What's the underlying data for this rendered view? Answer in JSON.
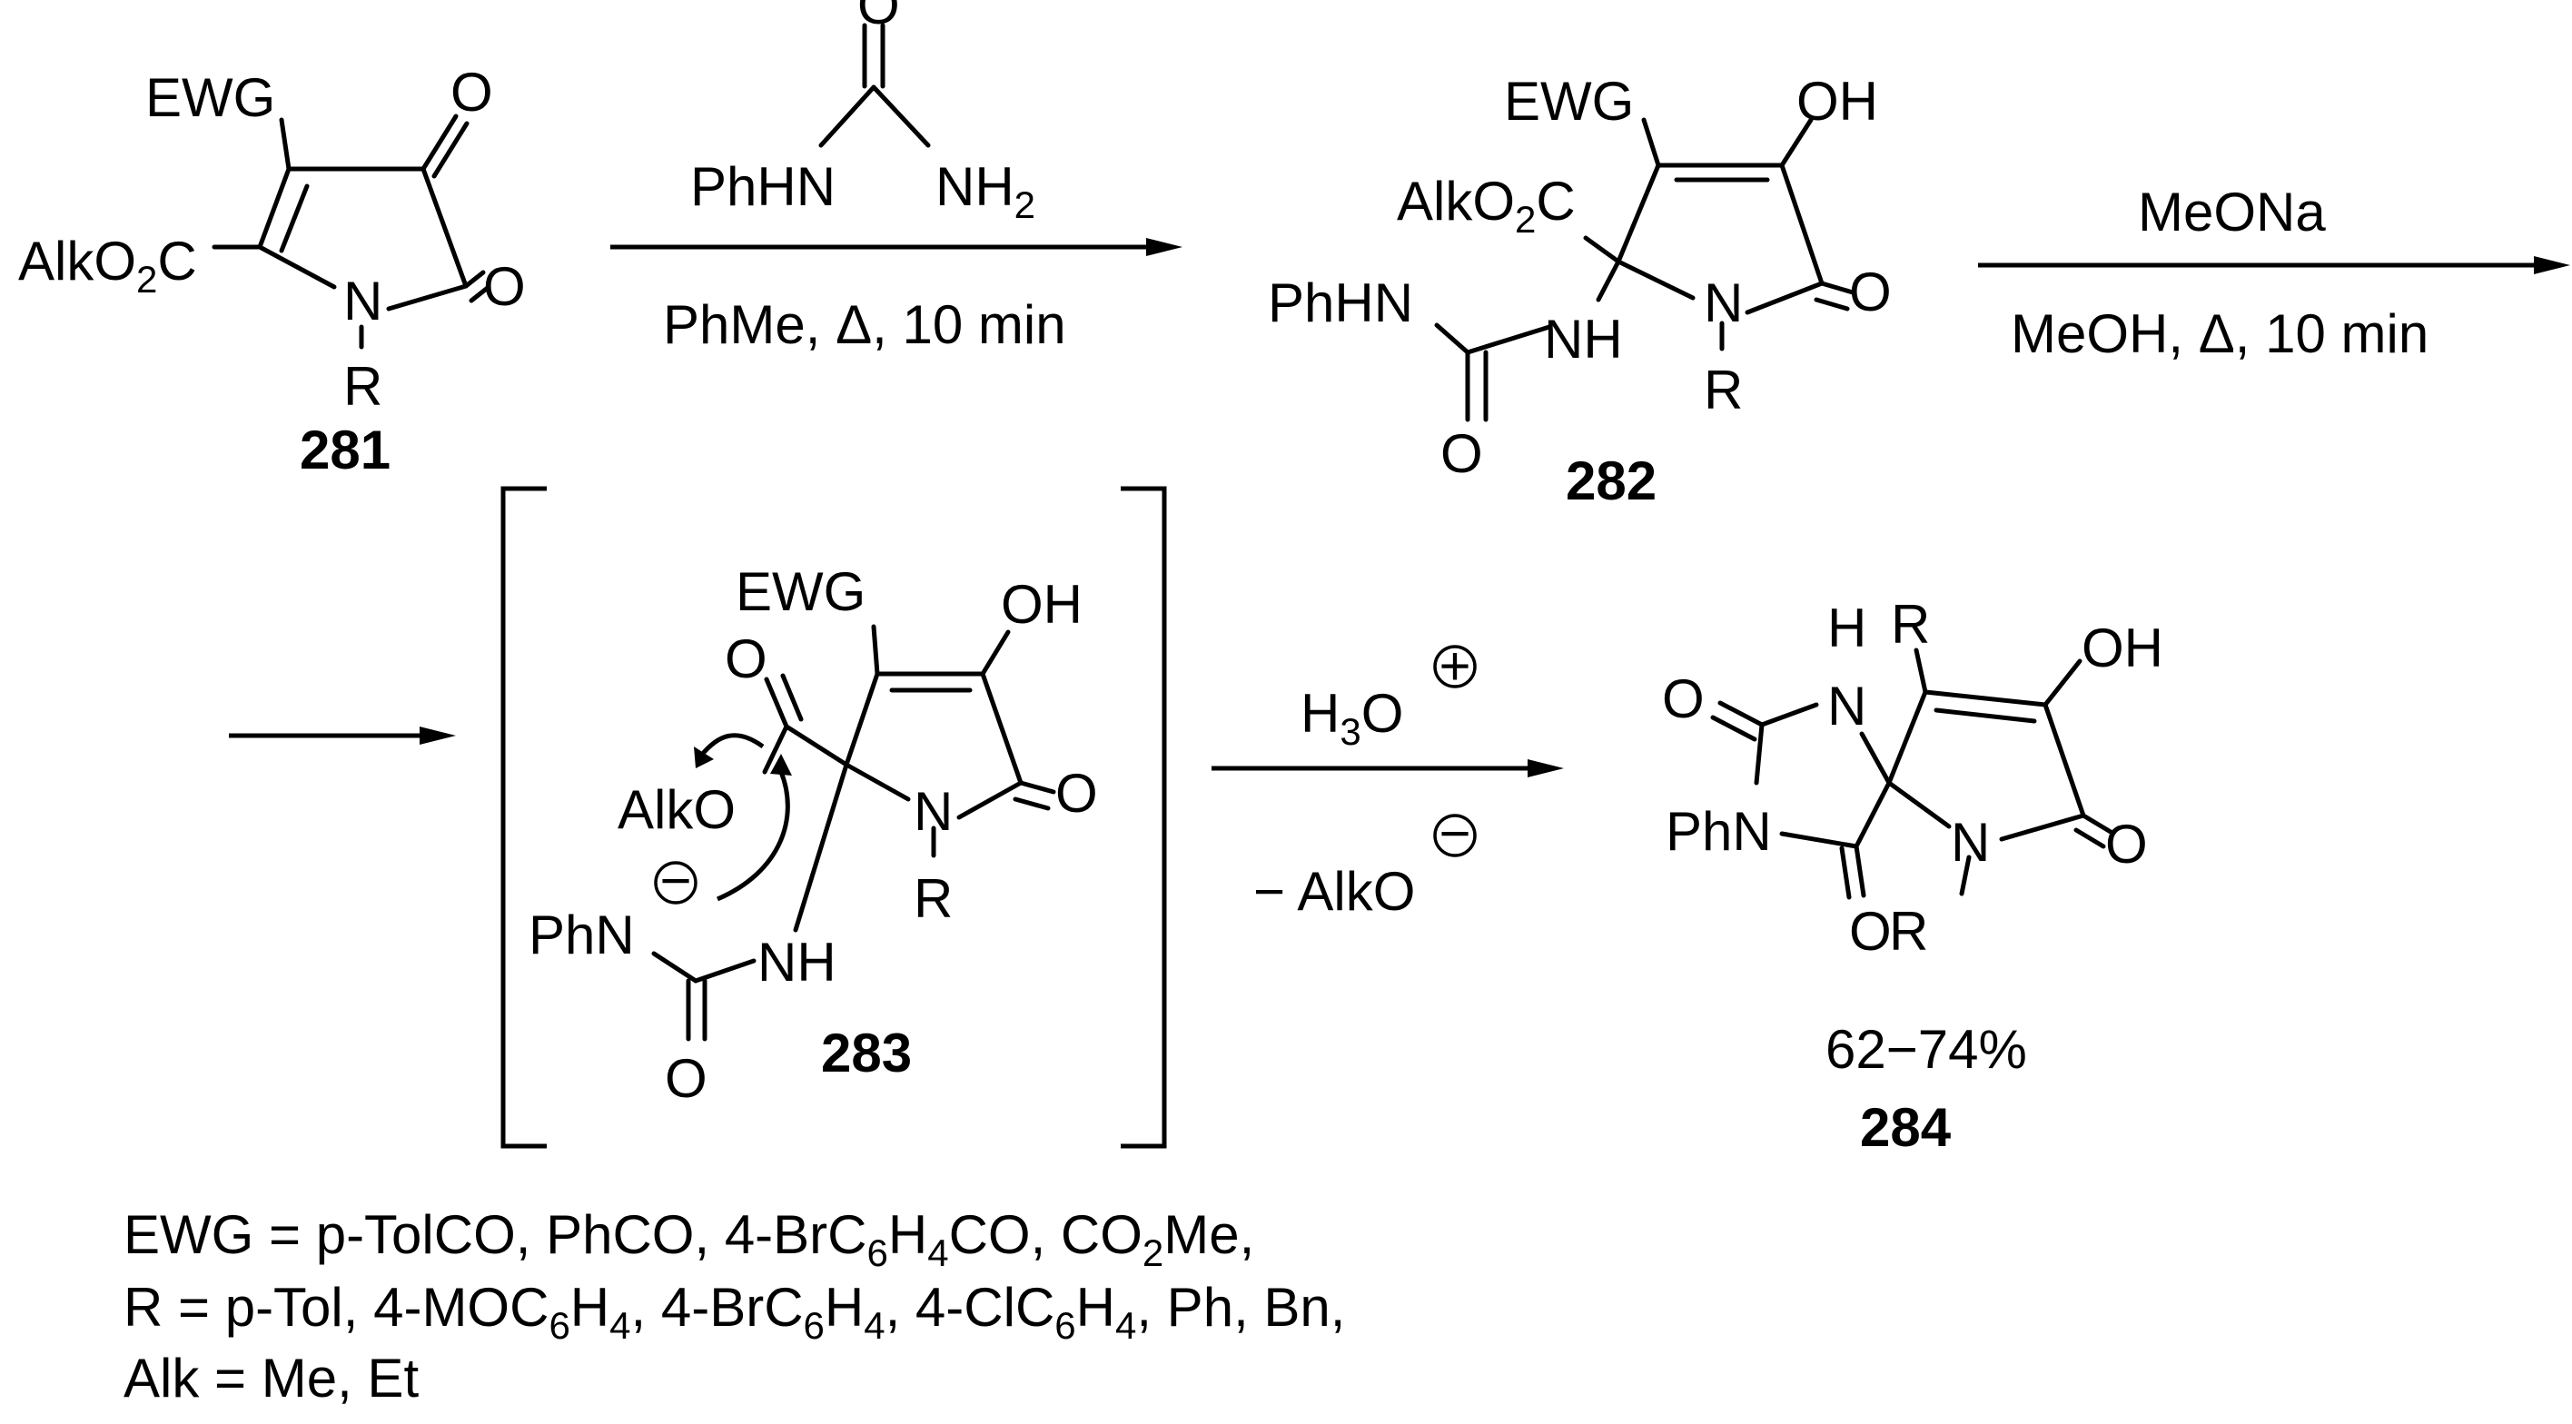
{
  "compounds": {
    "c281": {
      "number": "281",
      "EWG": "EWG",
      "O1": "O",
      "O2": "O",
      "N": "N",
      "R": "R",
      "alkester": [
        "AlkO",
        "2",
        "C"
      ]
    },
    "c282": {
      "number": "282",
      "EWG": "EWG",
      "OH": "OH",
      "O_ring": "O",
      "N": "N",
      "R": "R",
      "alkester": [
        "AlkO",
        "2",
        "C"
      ],
      "PhHN": "PhHN",
      "NH": "NH",
      "O_urea": "O"
    },
    "c283": {
      "number": "283",
      "EWG": "EWG",
      "OH": "OH",
      "O_ring": "O",
      "N": "N",
      "R": "R",
      "O_ester": "O",
      "AlkO": "AlkO",
      "PhN": "PhN",
      "NH": "NH",
      "O_urea": "O",
      "minus": "−"
    },
    "c284": {
      "number": "284",
      "R": "R",
      "OH": "OH",
      "H": "H",
      "N_top": "N",
      "O_left": "O",
      "PhN": "PhN",
      "N_ring": "N",
      "O_right": "O",
      "O_bottom": "O",
      "R_bottom": "R",
      "yield": "62−74%"
    }
  },
  "reactions": {
    "step1": {
      "reagent": [
        "PhHN",
        "NH",
        "2"
      ],
      "reagent_O": "O",
      "conditions": "PhMe, Δ, 10 min"
    },
    "step2": {
      "reagent": "MeONa",
      "conditions": "MeOH, Δ, 10 min"
    },
    "step3": {
      "reagent": [
        "H",
        "3",
        "O"
      ],
      "plus": "+",
      "byproduct": "− AlkO",
      "minus": "−"
    }
  },
  "legend": {
    "line1": [
      "EWG = p-TolCO,  PhCO, 4-BrC",
      "6",
      "H",
      "4",
      "CO, CO",
      "2",
      "Me,"
    ],
    "line2": [
      "R = p-Tol,  4-MOC",
      "6",
      "H",
      "4",
      ",  4-BrC",
      "6",
      "H",
      "4",
      ",  4-ClC",
      "6",
      "H",
      "4",
      ",  Ph,  Bn,"
    ],
    "line3": "Alk = Me, Et"
  }
}
